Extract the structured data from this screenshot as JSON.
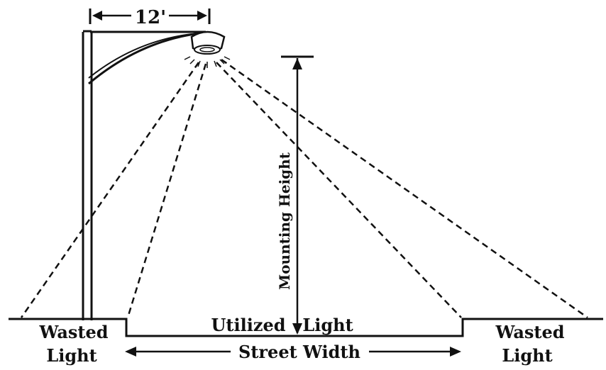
{
  "diagram": {
    "arm_length_label": "12'",
    "mounting_height_label": "Mounting Height",
    "utilized_light_label_1": "Utilized",
    "utilized_light_label_2": "Light",
    "street_width_label": "Street Width",
    "wasted_light_left_line1": "Wasted",
    "wasted_light_left_line2": "Light",
    "wasted_light_right_line1": "Wasted",
    "wasted_light_right_line2": "Light",
    "line_color": "#111111",
    "background_color": "#ffffff"
  }
}
